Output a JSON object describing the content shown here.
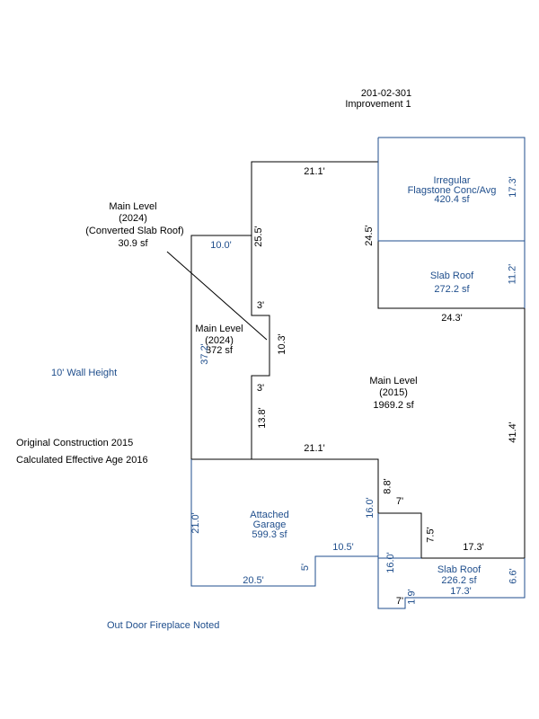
{
  "header": {
    "parcel": "201-02-301",
    "improvement": "Improvement 1"
  },
  "notes": {
    "wall_height": "10' Wall Height",
    "original_construction": "Original Construction 2015",
    "effective_age": "Calculated Effective Age 2016",
    "fireplace": "Out Door Fireplace Noted"
  },
  "callout": {
    "line1": "Main Level",
    "line2": "(2024)",
    "line3": "(Converted Slab Roof)",
    "line4": "30.9 sf"
  },
  "areas": {
    "flagstone": {
      "line1": "Irregular",
      "line2": "Flagstone Conc/Avg",
      "line3": "420.4 sf"
    },
    "slab_roof_top": {
      "line1": "Slab Roof",
      "line2": "272.2 sf"
    },
    "main_2015": {
      "line1": "Main Level",
      "line2": "(2015)",
      "line3": "1969.2 sf"
    },
    "main_2024": {
      "line1": "Main Level",
      "line2": "(2024)",
      "line3": "372 sf"
    },
    "garage": {
      "line1": "Attached",
      "line2": "Garage",
      "line3": "599.3 sf"
    },
    "slab_roof_bottom": {
      "line1": "Slab Roof",
      "line2": "226.2 sf",
      "line3": "17.3'"
    }
  },
  "dims": {
    "d_21_1_top": "21.1'",
    "d_25_5": "25.5'",
    "d_24_5": "24.5'",
    "d_17_3_flag": "17.3'",
    "d_11_2": "11.2'",
    "d_24_3": "24.3'",
    "d_10_0": "10.0'",
    "d_3_top": "3'",
    "d_10_3": "10.3'",
    "d_3_bot": "3'",
    "d_37_2": "37.2'",
    "d_13_8": "13.8'",
    "d_41_4": "41.4'",
    "d_21_1_mid": "21.1'",
    "d_8_8": "8.8'",
    "d_16_0_upper": "16.0'",
    "d_7_upper": "7'",
    "d_21_0": "21.0'",
    "d_7_5": "7.5'",
    "d_17_3_right": "17.3'",
    "d_10_5": "10.5'",
    "d_5": "5'",
    "d_16_0_lower": "16.0'",
    "d_6_6": "6.6'",
    "d_20_5": "20.5'",
    "d_7_lower": "7'",
    "d_1_9": "1.9'"
  }
}
